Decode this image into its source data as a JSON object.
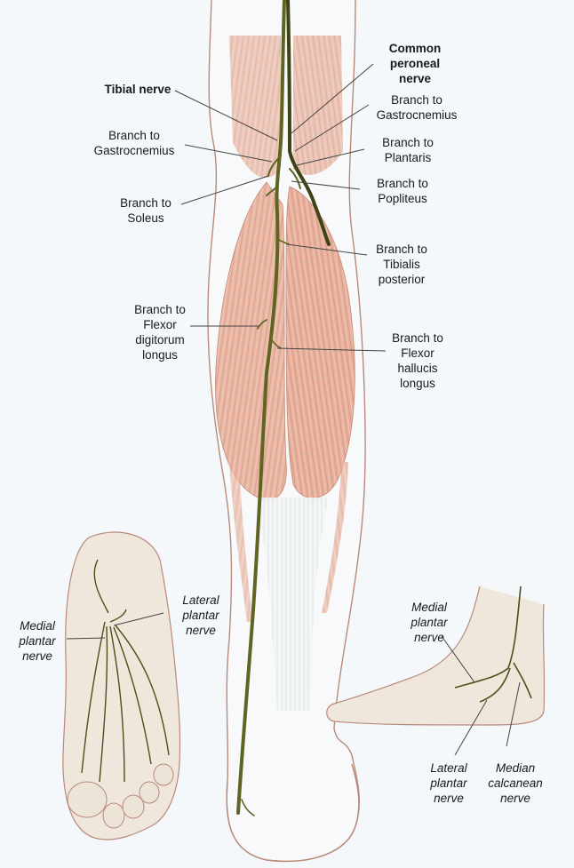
{
  "figure": {
    "colors": {
      "background": "#f4f8fb",
      "muscle": "#e8b3a0",
      "muscle_dark": "#d08d78",
      "skin_outline": "#b88a7a",
      "nerve": "#5f6420",
      "tendon": "#eef0f0",
      "foot_fill": "#efe7dc"
    },
    "leg_labels": [
      {
        "id": "tibial-nerve",
        "text": "Tibial nerve",
        "style": "bold"
      },
      {
        "id": "common-peroneal-nerve",
        "text": "Common\nperoneal\nnerve",
        "style": "bold"
      },
      {
        "id": "branch-gastrocnemius-right",
        "text": "Branch to\nGastrocnemius",
        "style": "normal"
      },
      {
        "id": "branch-gastrocnemius-left",
        "text": "Branch to\nGastrocnemius",
        "style": "normal"
      },
      {
        "id": "branch-plantaris",
        "text": "Branch to\nPlantaris",
        "style": "normal"
      },
      {
        "id": "branch-soleus",
        "text": "Branch to\nSoleus",
        "style": "normal"
      },
      {
        "id": "branch-popliteus",
        "text": "Branch to\nPopliteus",
        "style": "normal"
      },
      {
        "id": "branch-tibialis-posterior",
        "text": "Branch to\nTibialis\nposterior",
        "style": "normal"
      },
      {
        "id": "branch-flexor-digitorum-longus",
        "text": "Branch to\nFlexor\ndigitorum\nlongus",
        "style": "normal"
      },
      {
        "id": "branch-flexor-hallucis-longus",
        "text": "Branch to\nFlexor\nhallucis\nlongus",
        "style": "normal"
      }
    ],
    "sole_labels": [
      {
        "id": "sole-medial-plantar",
        "text": "Medial\nplantar\nnerve",
        "style": "italic"
      },
      {
        "id": "sole-lateral-plantar",
        "text": "Lateral\nplantar\nnerve",
        "style": "italic"
      }
    ],
    "side_foot_labels": [
      {
        "id": "side-medial-plantar",
        "text": "Medial\nplantar\nnerve",
        "style": "italic"
      },
      {
        "id": "side-lateral-plantar",
        "text": "Lateral\nplantar\nnerve",
        "style": "italic"
      },
      {
        "id": "side-median-calcanean",
        "text": "Median\ncalcanean\nnerve",
        "style": "italic"
      }
    ]
  }
}
